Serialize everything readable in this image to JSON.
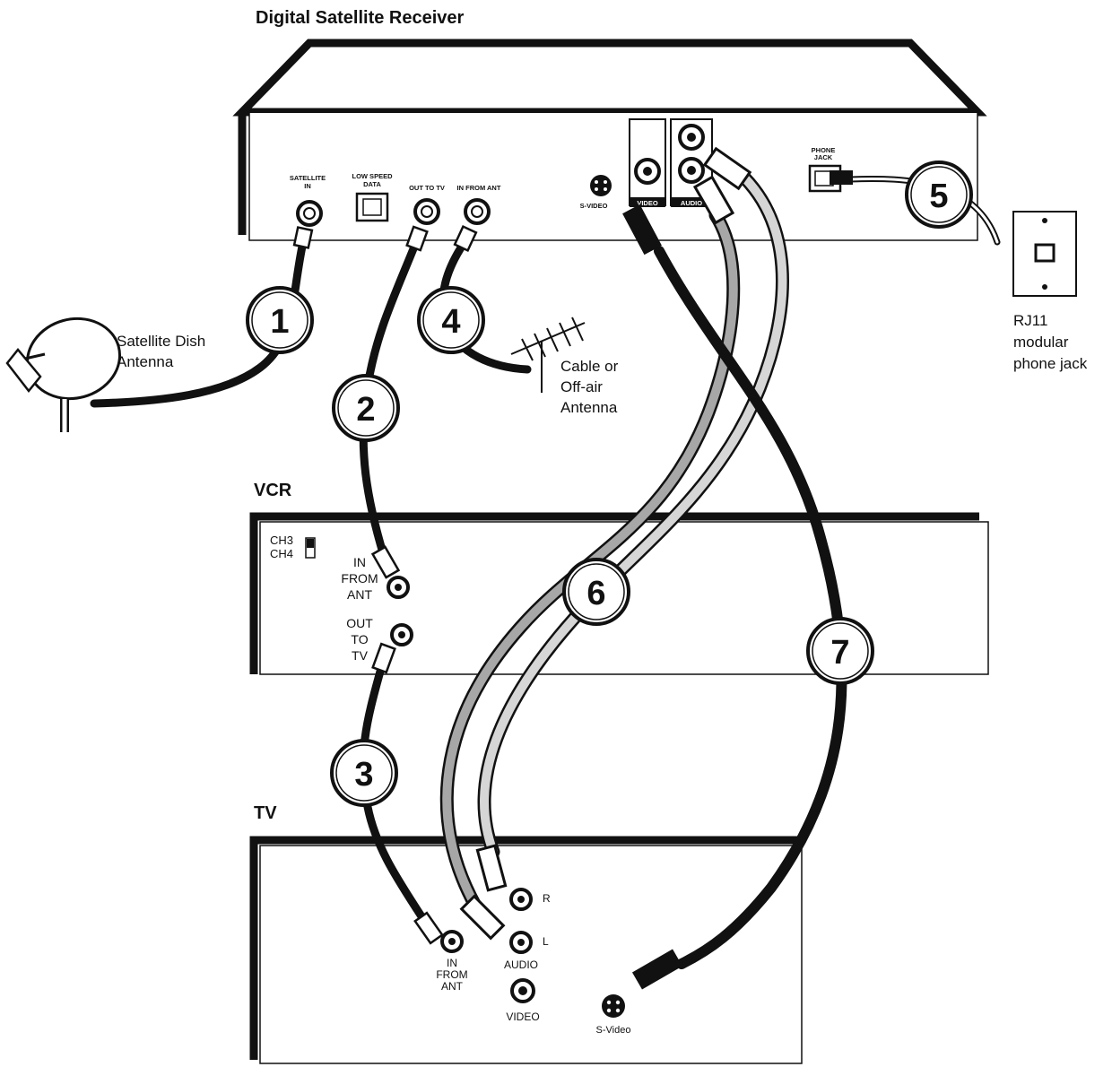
{
  "headings": {
    "receiver": "Digital Satellite Receiver",
    "vcr": "VCR",
    "tv": "TV"
  },
  "receiver_ports": {
    "satellite_in_1": "SATELLITE",
    "satellite_in_2": "IN",
    "low_speed_1": "LOW SPEED",
    "low_speed_2": "DATA",
    "out_to_tv": "OUT TO TV",
    "in_from_ant": "IN FROM ANT",
    "svideo": "S-VIDEO",
    "video": "VIDEO",
    "audio": "AUDIO",
    "phone_jack_1": "PHONE",
    "phone_jack_2": "JACK"
  },
  "vcr_labels": {
    "ch3": "CH3",
    "ch4": "CH4",
    "in_1": "IN",
    "in_2": "FROM",
    "in_3": "ANT",
    "out_1": "OUT",
    "out_2": "TO",
    "out_3": "TV"
  },
  "tv_labels": {
    "r": "R",
    "l": "L",
    "audio": "AUDIO",
    "video": "VIDEO",
    "in_1": "IN",
    "in_2": "FROM",
    "in_3": "ANT",
    "svideo": "S-Video"
  },
  "external": {
    "dish_1": "Satellite Dish",
    "dish_2": "Antenna",
    "ant_1": "Cable or",
    "ant_2": "Off-air",
    "ant_3": "Antenna",
    "rj_1": "RJ11",
    "rj_2": "modular",
    "rj_3": "phone jack"
  },
  "callouts": [
    "1",
    "2",
    "3",
    "4",
    "5",
    "6",
    "7"
  ]
}
